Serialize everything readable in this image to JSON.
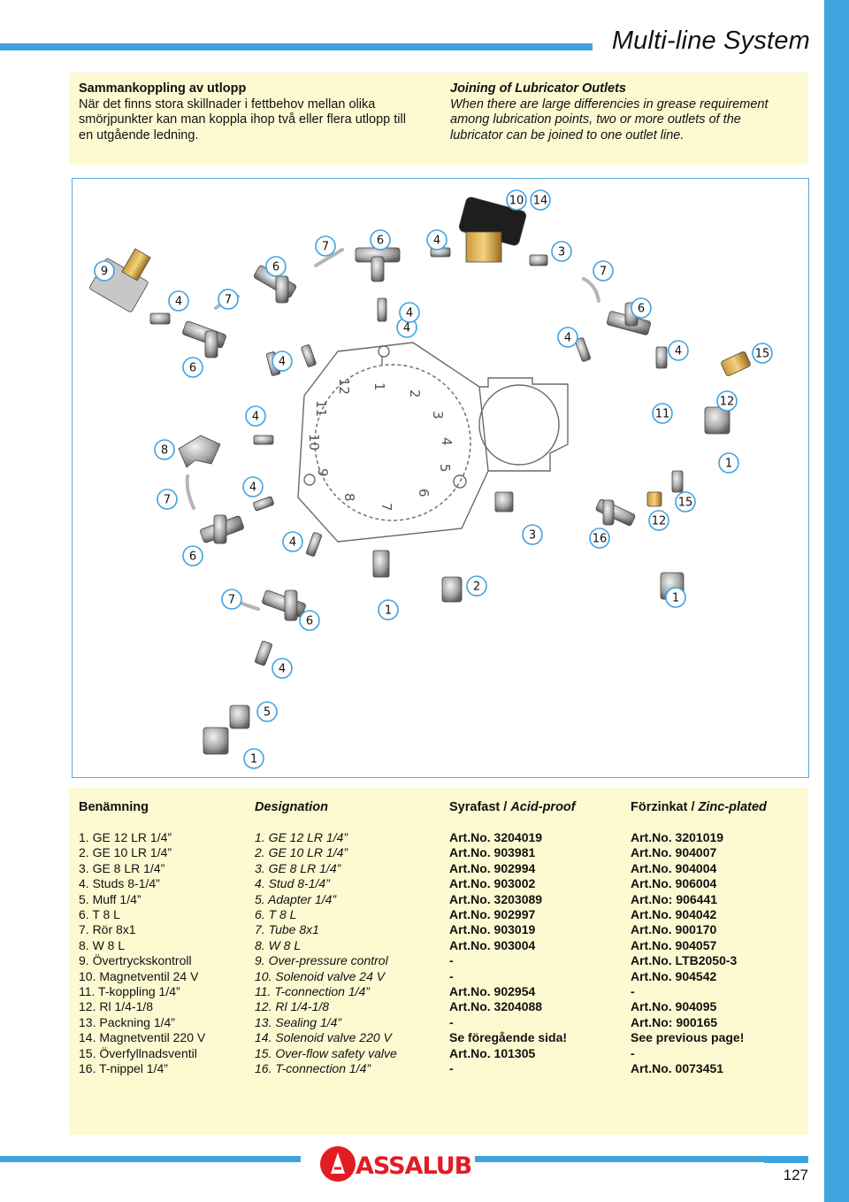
{
  "header": {
    "title": "Multi-line System"
  },
  "intro": {
    "sv_heading": "Sammankoppling av utlopp",
    "sv_lines": [
      "När det finns stora skillnader i fettbehov mellan olika",
      "smörjpunkter kan man koppla ihop två eller flera utlopp till",
      "en utgående ledning."
    ],
    "en_heading": "Joining of Lubricator Outlets",
    "en_lines": [
      "When there are large differencies in grease requirement",
      "among lubrication points, two or more outlets of the",
      "lubricator can be joined to one outlet line."
    ]
  },
  "diagram": {
    "callouts": [
      "10",
      "14",
      "9",
      "6",
      "7",
      "6",
      "4",
      "3",
      "7",
      "4",
      "7",
      "4",
      "4",
      "6",
      "4",
      "6",
      "4",
      "4",
      "15",
      "4",
      "11",
      "12",
      "8",
      "1",
      "7",
      "4",
      "6",
      "4",
      "3",
      "16",
      "12",
      "15",
      "7",
      "6",
      "1",
      "2",
      "1",
      "4",
      "5",
      "1"
    ],
    "dial_numbers": [
      "1",
      "2",
      "3",
      "4",
      "5",
      "6",
      "7",
      "8",
      "9",
      "10",
      "11",
      "12"
    ]
  },
  "parts": {
    "headers": {
      "benamning": "Benämning",
      "designation": "Designation",
      "syrafast": "Syrafast / ",
      "acid": "Acid-proof",
      "forzinkat": "Förzinkat / ",
      "zinc": "Zinc-plated"
    },
    "benamning": [
      "1. GE 12 LR 1/4”",
      "2. GE 10 LR 1/4”",
      "3. GE 8 LR 1/4”",
      "4. Studs 8-1/4”",
      "5. Muff 1/4”",
      "6. T 8 L",
      "7. Rör 8x1",
      "8. W 8 L",
      "9. Övertryckskontroll",
      "10. Magnetventil 24 V",
      "11. T-koppling 1/4”",
      "12. Rl 1/4-1/8",
      "13. Packning 1/4”",
      "14. Magnetventil 220 V",
      "15. Överfyllnadsventil",
      "16. T-nippel 1/4”"
    ],
    "designation": [
      "1. GE 12 LR 1/4”",
      "2. GE 10 LR 1/4”",
      "3. GE 8 LR 1/4”",
      "4. Stud 8-1/4”",
      "5. Adapter 1/4”",
      "6. T 8 L",
      "7. Tube 8x1",
      "8. W 8 L",
      "9. Over-pressure control",
      "10. Solenoid valve 24 V",
      "11. T-connection 1/4”",
      "12. Rl 1/4-1/8",
      "13. Sealing 1/4”",
      "14. Solenoid valve 220 V",
      "15. Over-flow safety valve",
      "16. T-connection 1/4”"
    ],
    "acid_proof": [
      "Art.No. 3204019",
      "Art.No. 903981",
      "Art.No. 902994",
      "Art.No. 903002",
      "Art.No. 3203089",
      "Art.No. 902997",
      "Art.No. 903019",
      "Art.No. 903004",
      "-",
      "-",
      "Art.No. 902954",
      "Art.No. 3204088",
      "-",
      "Se föregående sida!",
      "Art.No. 101305",
      "-"
    ],
    "zinc_plated": [
      "Art.No. 3201019",
      "Art.No. 904007",
      "Art.No. 904004",
      "Art.No. 906004",
      "Art.No: 906441",
      "Art.No. 904042",
      "Art.No. 900170",
      "Art.No. 904057",
      "Art.No. LTB2050-3",
      "Art.No. 904542",
      "-",
      "Art.No. 904095",
      "Art.No: 900165",
      "See previous page!",
      "-",
      "Art.No. 0073451"
    ]
  },
  "footer": {
    "logo_text": "ASSALUB",
    "page_number": "127"
  },
  "colors": {
    "accent": "#3ea3df",
    "panel": "#fdfad2"
  }
}
